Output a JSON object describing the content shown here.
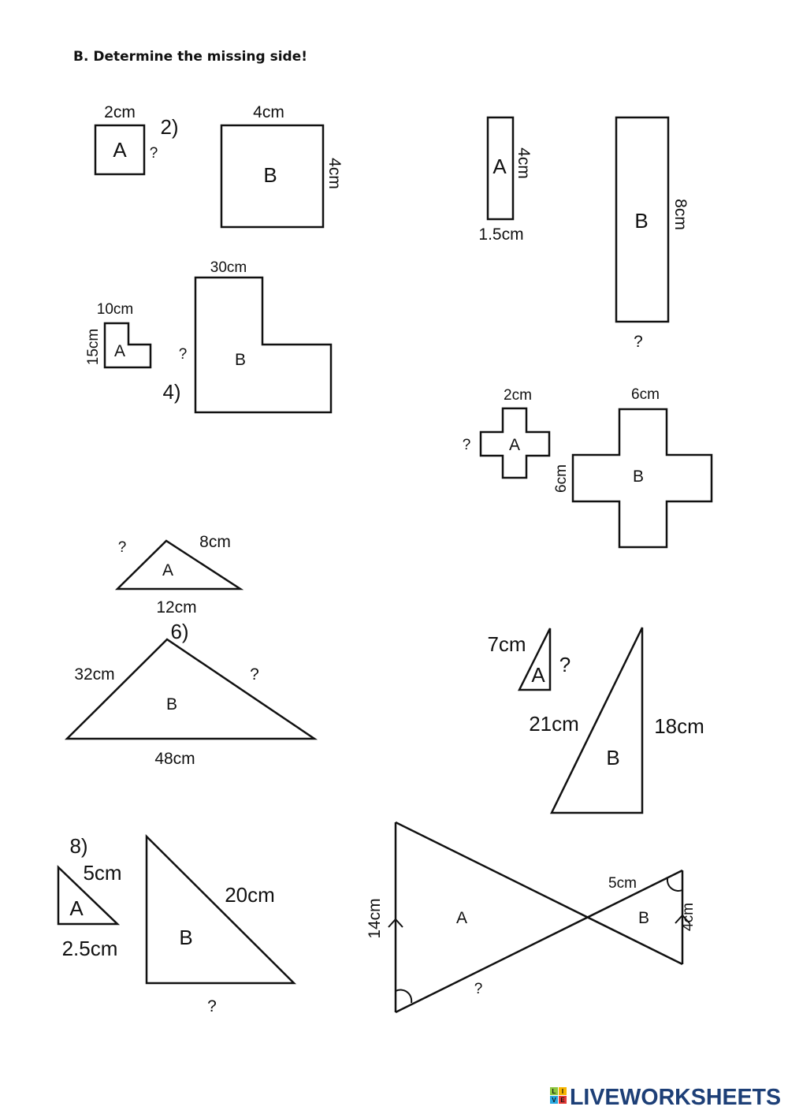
{
  "title": "B. Determine the missing side!",
  "q1": {
    "number": "2)",
    "a_label": "A",
    "a_top": "2cm",
    "a_side": "?",
    "b_label": "B",
    "b_top": "4cm",
    "b_side": "4cm"
  },
  "q2": {
    "a_label": "A",
    "a_side": "4cm",
    "a_bottom": "1.5cm",
    "b_label": "B",
    "b_side": "8cm",
    "b_bottom": "?"
  },
  "q3": {
    "number": "4)",
    "a_label": "A",
    "a_top": "10cm",
    "a_side": "15cm",
    "b_label": "B",
    "b_top": "30cm",
    "b_side": "?"
  },
  "q4": {
    "a_label": "A",
    "a_top": "2cm",
    "a_side": "?",
    "b_label": "B",
    "b_top": "6cm",
    "b_side": "6cm"
  },
  "q5": {
    "number": "6)",
    "a_label": "A",
    "a_left": "?",
    "a_right": "8cm",
    "a_bottom": "12cm",
    "b_label": "B",
    "b_left": "32cm",
    "b_right": "?",
    "b_bottom": "48cm"
  },
  "q6": {
    "a_label": "A",
    "a_left": "7cm",
    "a_right": "?",
    "b_label": "B",
    "b_left": "21cm",
    "b_right": "18cm"
  },
  "q7": {
    "number": "8)",
    "a_label": "A",
    "a_hyp": "5cm",
    "a_bottom": "2.5cm",
    "b_label": "B",
    "b_hyp": "20cm",
    "b_bottom": "?"
  },
  "q8": {
    "a_label": "A",
    "a_side": "14cm",
    "a_hyp": "?",
    "b_label": "B",
    "b_hyp": "5cm",
    "b_side": "4cm"
  },
  "footer": {
    "logo_text": "LIVEWORKSHEETS",
    "logo_letters": [
      "L",
      "I",
      "V",
      "E"
    ],
    "colors": {
      "brand": "#1d3f77"
    }
  }
}
